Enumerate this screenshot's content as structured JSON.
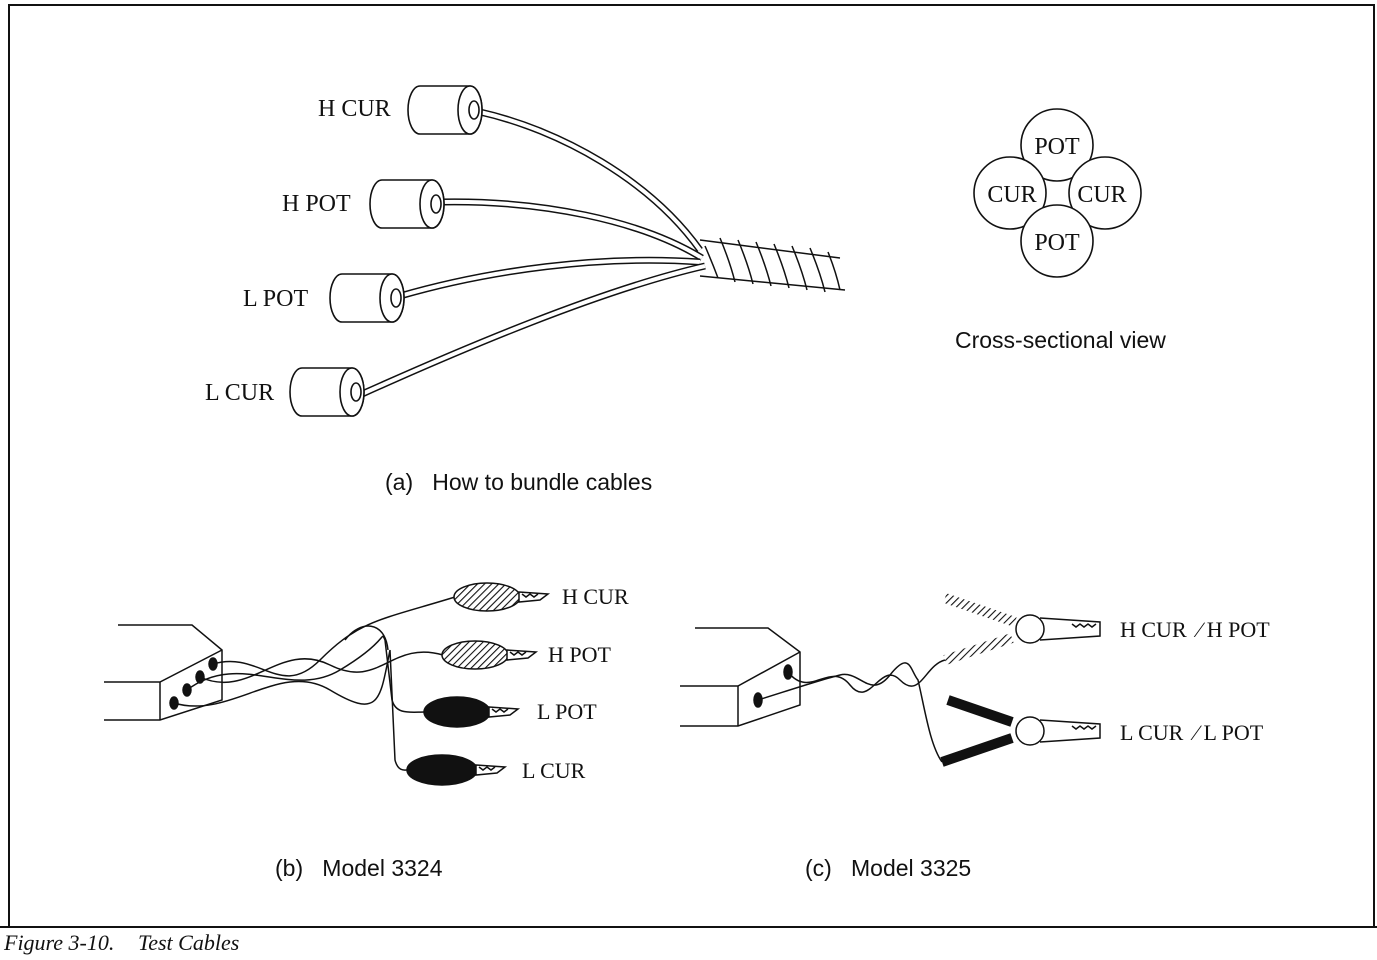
{
  "figure": {
    "number": "Figure 3-10.",
    "title": "Test Cables"
  },
  "panel_a": {
    "caption": "(a)   How to bundle cables",
    "cables": [
      "H CUR",
      "H POT",
      "L POT",
      "L CUR"
    ],
    "cross_section": {
      "top": "POT",
      "left": "CUR",
      "right": "CUR",
      "bottom": "POT",
      "caption": "Cross-sectional view"
    }
  },
  "panel_b": {
    "caption": "(b)   Model 3324",
    "clips": [
      "H CUR",
      "H POT",
      "L POT",
      "L CUR"
    ]
  },
  "panel_c": {
    "caption": "(c)   Model 3325",
    "clips": [
      "H CUR  ∕ H POT",
      "L CUR  ∕ L POT"
    ]
  },
  "colors": {
    "ink": "#111111",
    "background": "#ffffff"
  }
}
